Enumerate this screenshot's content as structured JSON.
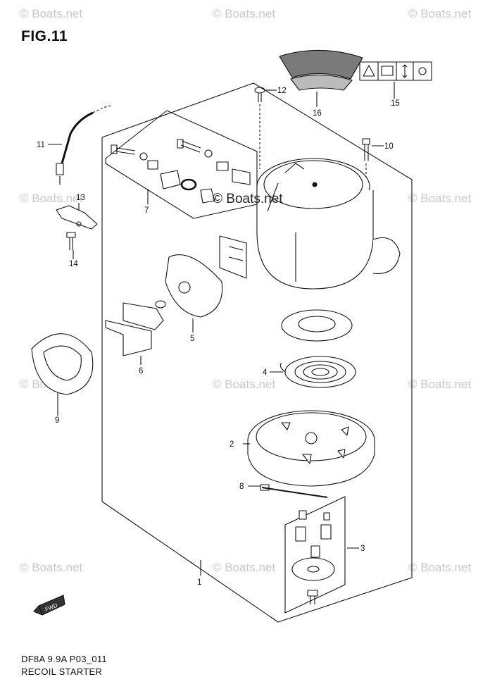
{
  "figure": {
    "title": "FIG.11"
  },
  "watermark": {
    "text": "© Boats.net"
  },
  "footer": {
    "code": "DF8A 9.9A P03_011",
    "name": "RECOIL STARTER"
  },
  "callouts": [
    "1",
    "2",
    "3",
    "4",
    "5",
    "6",
    "7",
    "8",
    "9",
    "10",
    "11",
    "12",
    "13",
    "14",
    "15",
    "16"
  ],
  "direction_badge": {
    "text": "FWD",
    "icon": "fwd-arrow-icon"
  },
  "warning_label_icons": [
    "warning-triangle-icon",
    "manual-book-icon",
    "up-down-arrow-icon",
    "pull-handle-icon"
  ]
}
